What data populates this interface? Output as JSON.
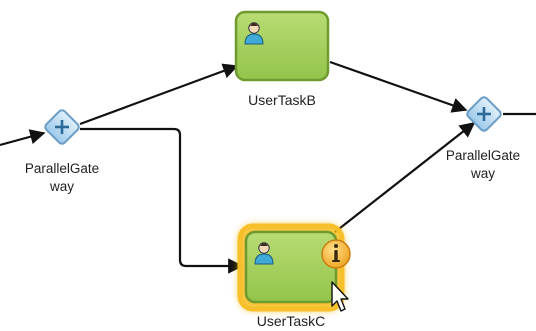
{
  "diagram": {
    "tasks": [
      {
        "id": "task_b",
        "label": "UserTaskB",
        "icon": "user-icon",
        "selected": false
      },
      {
        "id": "task_c",
        "label": "UserTaskC",
        "icon": "user-icon",
        "selected": true,
        "badge": "info-icon"
      }
    ],
    "gateways": [
      {
        "id": "gw_left",
        "label_line1": "ParallelGate",
        "label_line2": "way",
        "icon": "plus-icon"
      },
      {
        "id": "gw_right",
        "label_line1": "ParallelGate",
        "label_line2": "way",
        "icon": "plus-icon"
      }
    ],
    "flows": [
      {
        "from": "gw_left",
        "to": "task_b"
      },
      {
        "from": "gw_left",
        "to": "task_c"
      },
      {
        "from": "task_b",
        "to": "gw_right"
      },
      {
        "from": "task_c",
        "to": "gw_right"
      }
    ],
    "colors": {
      "task_fill": "#a6d25a",
      "task_border": "#6f9a2f",
      "selection_glow": "#f5b400",
      "gateway_fill": "#bfe0f6",
      "gateway_border": "#6a9cc4",
      "info_badge": "#f2a92b",
      "flow_line": "#111111"
    },
    "cursor": "pointer-cursor-icon"
  }
}
